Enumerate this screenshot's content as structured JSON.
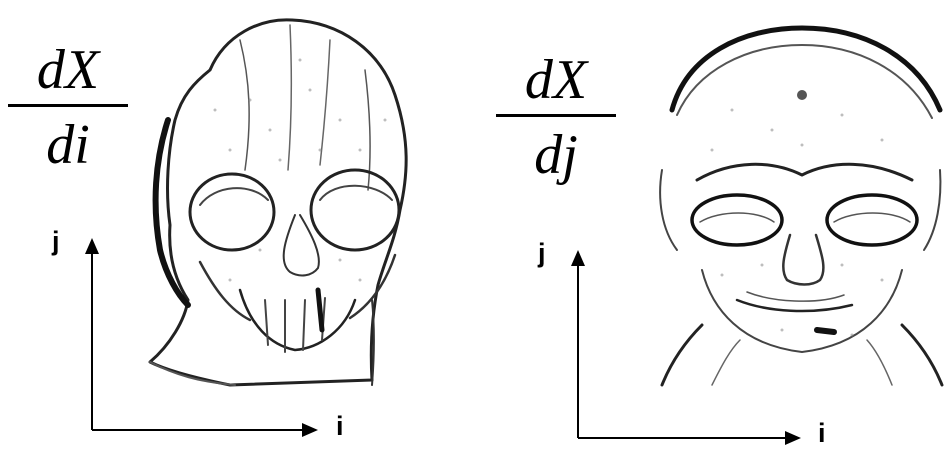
{
  "left": {
    "numerator": "dX",
    "denominator": "di",
    "vertical_axis": "j",
    "horizontal_axis": "i"
  },
  "right": {
    "numerator": "dX",
    "denominator": "dj",
    "vertical_axis": "j",
    "horizontal_axis": "i"
  }
}
